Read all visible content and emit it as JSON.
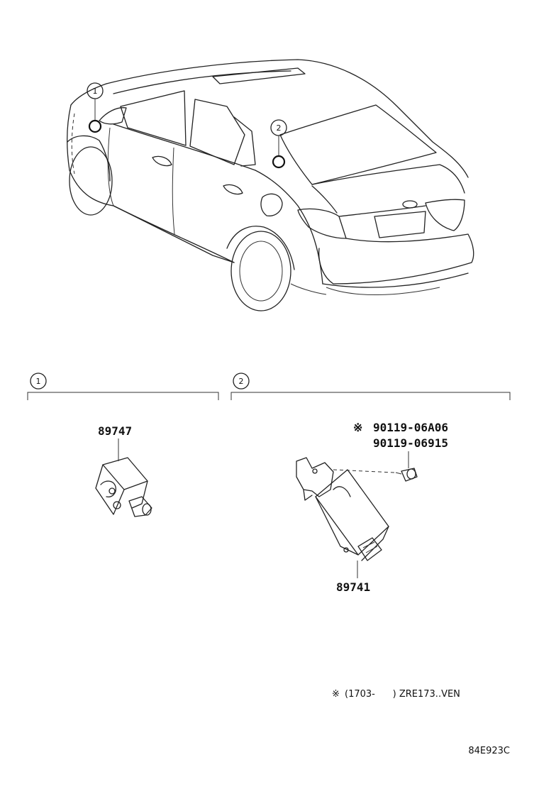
{
  "callouts": {
    "one": "1",
    "two": "2"
  },
  "sections": [
    {
      "number": "1",
      "parts": [
        "89747"
      ]
    },
    {
      "number": "2",
      "parts": [
        "90119-06A06",
        "90119-06915",
        "89741"
      ]
    }
  ],
  "labels": {
    "part_89747": "89747",
    "part_90119_06A06": "90119-06A06",
    "part_90119_06915": "90119-06915",
    "part_89741": "89741",
    "ref_mark": "※"
  },
  "footnote": {
    "mark": "※",
    "text": "(1703-      ) ZRE173..VEN"
  },
  "diagram_code": "84E923C"
}
